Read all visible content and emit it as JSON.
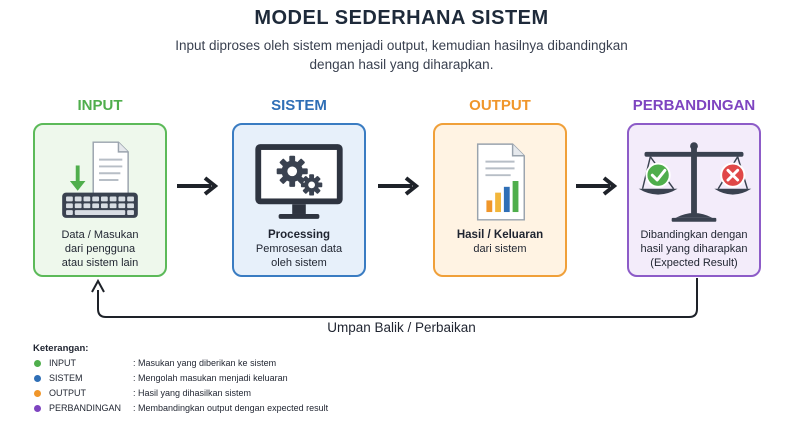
{
  "title": "MODEL SEDERHANA SISTEM",
  "subtitle_line1": "Input diproses oleh sistem menjadi output, kemudian hasilnya dibandingkan",
  "subtitle_line2": "dengan hasil yang diharapkan.",
  "colors": {
    "input": "#4fae4c",
    "sistem": "#2f6fb6",
    "output": "#f0962a",
    "perbandingan": "#7e44c0"
  },
  "stages": [
    {
      "label": "INPUT",
      "icon": "keyboard-document-icon",
      "line1": "Data / Masukan",
      "line2": "dari pengguna",
      "line3": "atau sistem lain"
    },
    {
      "label": "SISTEM",
      "icon": "monitor-gears-icon",
      "line1": "Processing",
      "line2": "Pemrosesan data",
      "line3": "oleh sistem"
    },
    {
      "label": "OUTPUT",
      "icon": "report-chart-icon",
      "line1": "Hasil / Keluaran",
      "line2": "dari sistem"
    },
    {
      "label": "PERBANDINGAN",
      "icon": "balance-scale-icon",
      "line1": "Dibandingkan dengan",
      "line2": "hasil yang diharapkan",
      "line3": "(Expected Result)"
    }
  ],
  "feedback_label": "Umpan Balik / Perbaikan",
  "legend": {
    "title": "Keterangan:",
    "items": [
      {
        "name": "INPUT",
        "desc": ": Masukan yang diberikan ke sistem",
        "color": "#4fae4c"
      },
      {
        "name": "SISTEM",
        "desc": ": Mengolah masukan menjadi keluaran",
        "color": "#2f6fb6"
      },
      {
        "name": "OUTPUT",
        "desc": ": Hasil yang dihasilkan sistem",
        "color": "#f0962a"
      },
      {
        "name": "PERBANDINGAN",
        "desc": ": Membandingkan output dengan expected result",
        "color": "#7e44c0"
      }
    ]
  }
}
